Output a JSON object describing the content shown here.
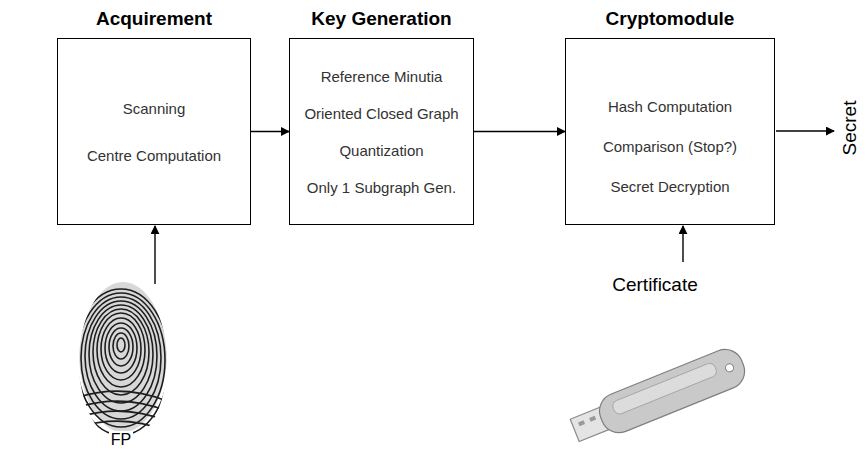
{
  "diagram": {
    "nodes": [
      {
        "text": [
          "Acquirement",
          "Scanning",
          "Centre Computation"
        ]
      },
      {
        "text": [
          "Key Generation",
          "Reference Minutia",
          "Oriented Closed Graph",
          "Quantization",
          "Only 1 Subgraph Gen."
        ]
      },
      {
        "text": [
          "Cryptomodule",
          "Hash Computation",
          "Comparison (Stop?)",
          "Secret Decryption"
        ]
      }
    ],
    "edges": [
      {
        "from": 0,
        "to": 1,
        "arrow": "to"
      },
      {
        "from": 1,
        "to": 2,
        "arrow": "to"
      }
    ],
    "labels": [
      "FP",
      "Certificate",
      "Secret"
    ]
  }
}
